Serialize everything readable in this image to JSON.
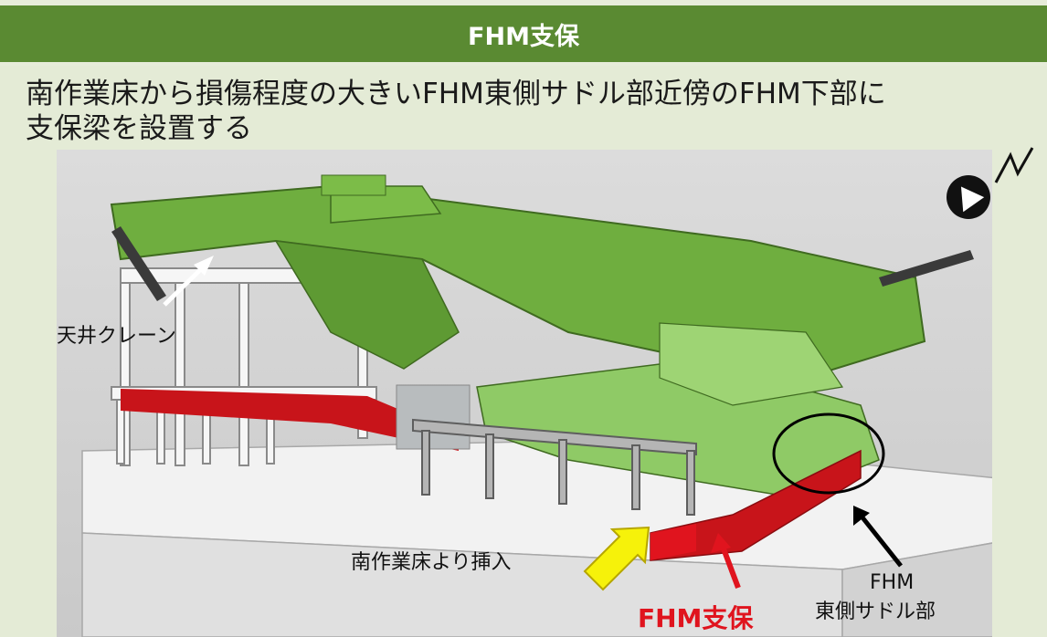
{
  "header": {
    "title": "FHM支保"
  },
  "description": {
    "line1": "南作業床から損傷程度の大きいFHM東側サドル部近傍のFHM下部に",
    "line2": "支保梁を設置する"
  },
  "figure": {
    "labels": {
      "crane": "天井クレーン",
      "insert": "南作業床より挿入",
      "support": "FHM支保",
      "saddle_line1": "FHM",
      "saddle_line2": "東側サドル部"
    },
    "compass": {
      "letter": "N",
      "icon": "north-arrow-icon"
    },
    "colors": {
      "header": "#5a8a32",
      "background": "#e4ebd6",
      "crane_green": "#6fae3f",
      "support_red": "#c8141a",
      "arrow_yellow": "#f6f20a",
      "label_red": "#e0141e"
    }
  }
}
